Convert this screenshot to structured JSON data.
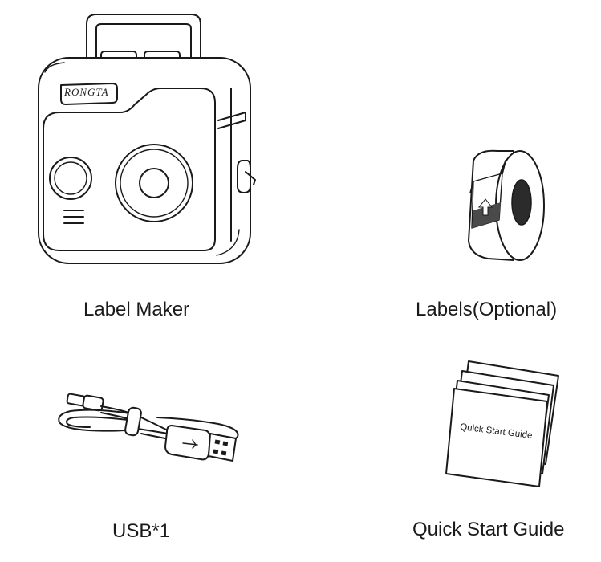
{
  "items": {
    "label_maker": {
      "caption": "Label Maker",
      "brand": "RONGTA"
    },
    "labels": {
      "caption": "Labels(Optional)"
    },
    "usb": {
      "caption": "USB*1"
    },
    "quick_start_guide": {
      "caption": "Quick Start Guide",
      "booklet_text": "Quick Start Guide"
    }
  }
}
